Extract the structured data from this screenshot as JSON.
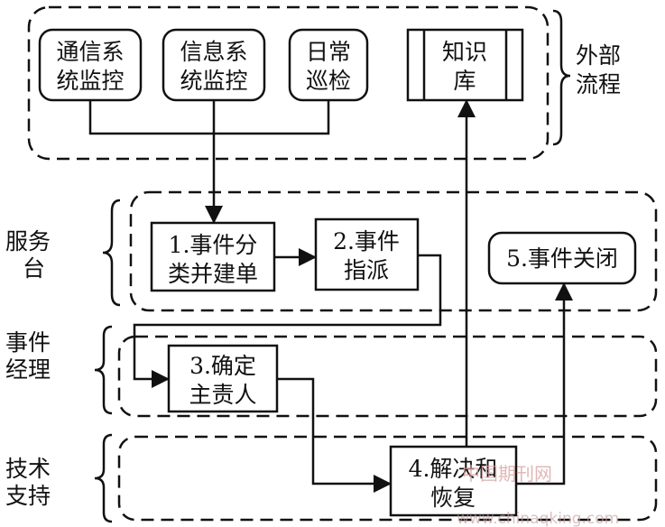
{
  "lanes": {
    "external": [
      "外部",
      "流程"
    ],
    "service_desk": [
      "服务",
      "台"
    ],
    "incident_manager": [
      "事件",
      "经理"
    ],
    "tech_support": [
      "技术",
      "支持"
    ]
  },
  "sources": {
    "comm_monitor": [
      "通信系",
      "统监控"
    ],
    "info_monitor": [
      "信息系",
      "统监控"
    ],
    "daily_inspection": [
      "日常",
      "巡检"
    ],
    "knowledge_base": [
      "知识",
      "库"
    ]
  },
  "steps": {
    "s1": [
      "1.事件分",
      "类并建单"
    ],
    "s2": [
      "2.事件",
      "指派"
    ],
    "s3": [
      "3.确定",
      "主责人"
    ],
    "s4": [
      "4.解决和",
      "恢复"
    ],
    "s5": [
      "5.事件关闭"
    ]
  },
  "watermark": {
    "line1": "中国期刊网",
    "line2": "www.chinaqking.com"
  }
}
